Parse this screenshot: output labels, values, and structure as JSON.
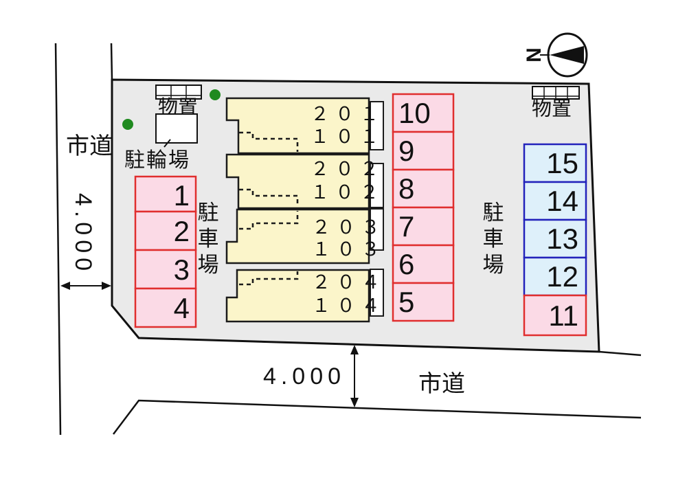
{
  "diagram_title": "site-plan",
  "compass": {
    "north_label": "N"
  },
  "roads": {
    "left_label": "市道",
    "bottom_label": "市道"
  },
  "dimensions": {
    "left_road_width": "4.000",
    "bottom_road_width": "4.000"
  },
  "facilities": {
    "storage_top_left_label": "物置",
    "storage_top_right_label": "物置",
    "bicycle_parking_label": "駐輪場",
    "parking_area_left_chars": [
      "駐",
      "車",
      "場"
    ],
    "parking_area_right_chars": [
      "駐",
      "車",
      "場"
    ]
  },
  "building": {
    "units": [
      {
        "upper": "２０１",
        "lower": "１０１"
      },
      {
        "upper": "２０２",
        "lower": "１０２"
      },
      {
        "upper": "２０３",
        "lower": "１０３"
      },
      {
        "upper": "２０４",
        "lower": "１０４"
      }
    ]
  },
  "parking": {
    "left": [
      "1",
      "2",
      "3",
      "4"
    ],
    "middle": [
      "10",
      "9",
      "8",
      "7",
      "6",
      "5"
    ],
    "right": [
      "15",
      "14",
      "13",
      "12",
      "11"
    ]
  },
  "colors": {
    "site_fill": "#eaeaea",
    "building_fill": "#fbf5ca",
    "pink_space_fill": "#fbdae6",
    "pink_space_stroke": "#e02e2e",
    "blue_space_fill": "#def0fa",
    "blue_space_stroke": "#2222bb",
    "tree_green": "#1f8a1f",
    "line_color": "#111111"
  }
}
